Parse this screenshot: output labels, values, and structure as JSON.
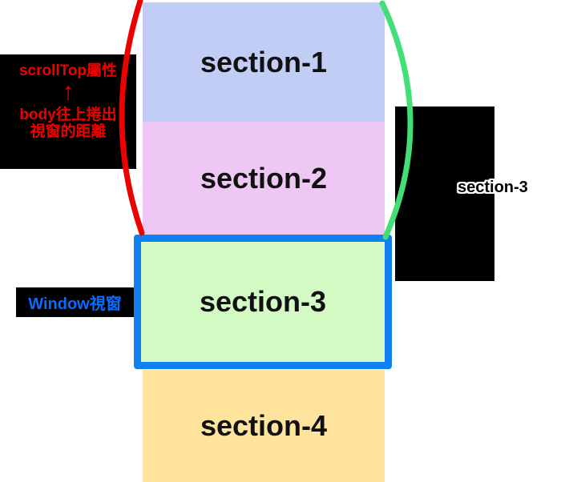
{
  "diagram": {
    "title_meaning": "scrollTop property diagram",
    "sections": [
      {
        "label": "section-1",
        "bg": "#c1cdf4"
      },
      {
        "label": "section-2",
        "bg": "#eec7f4"
      },
      {
        "label": "section-3",
        "bg": "#d2fac2"
      },
      {
        "label": "section-4",
        "bg": "#ffe49e"
      }
    ],
    "scrolltop_annotation": {
      "line1": "scrollTop屬性",
      "arrow": "↑",
      "line2": "body往上捲出",
      "line3": "視窗的距離",
      "text_color": "#ee0000"
    },
    "window_annotation": {
      "label": "Window視窗",
      "text_color": "#0a6cff"
    },
    "right_annotation": {
      "label": "section-3"
    },
    "colors": {
      "left_brace": "#ee0000",
      "right_brace": "#42df78",
      "viewport_border": "#1080f0",
      "annotation_box_bg": "#000000",
      "background": "#ffffff"
    }
  }
}
